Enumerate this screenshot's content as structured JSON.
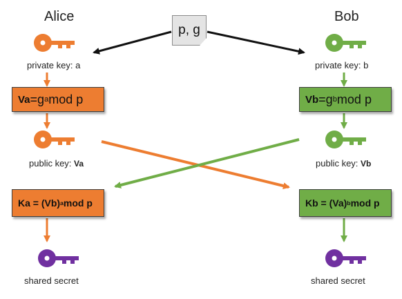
{
  "colors": {
    "alice": "#ED7D31",
    "bob": "#70AD47",
    "shared": "#7030A0",
    "line": "#111111"
  },
  "public_params": {
    "label": "p, g"
  },
  "alice": {
    "name": "Alice",
    "private_key_label": "private key: a",
    "formula_lhs": "Va",
    "formula_eq": " =g",
    "formula_exp": "a",
    "formula_rest": " mod p",
    "public_key_label": "public key: ",
    "public_key_var": "Va",
    "shared_formula_base": "Ka = (Vb)",
    "shared_formula_exp": "a",
    "shared_formula_rest": "mod p",
    "shared_label": "shared secret"
  },
  "bob": {
    "name": "Bob",
    "private_key_label": "private key: b",
    "formula_lhs": "Vb",
    "formula_eq": " =g",
    "formula_exp": "b",
    "formula_rest": " mod p",
    "public_key_label": "public key: ",
    "public_key_var": "Vb",
    "shared_formula_base": "Kb = (Va)",
    "shared_formula_exp": "b",
    "shared_formula_rest": "mod p",
    "shared_label": "shared secret"
  },
  "icons": {
    "key": "key-icon"
  }
}
